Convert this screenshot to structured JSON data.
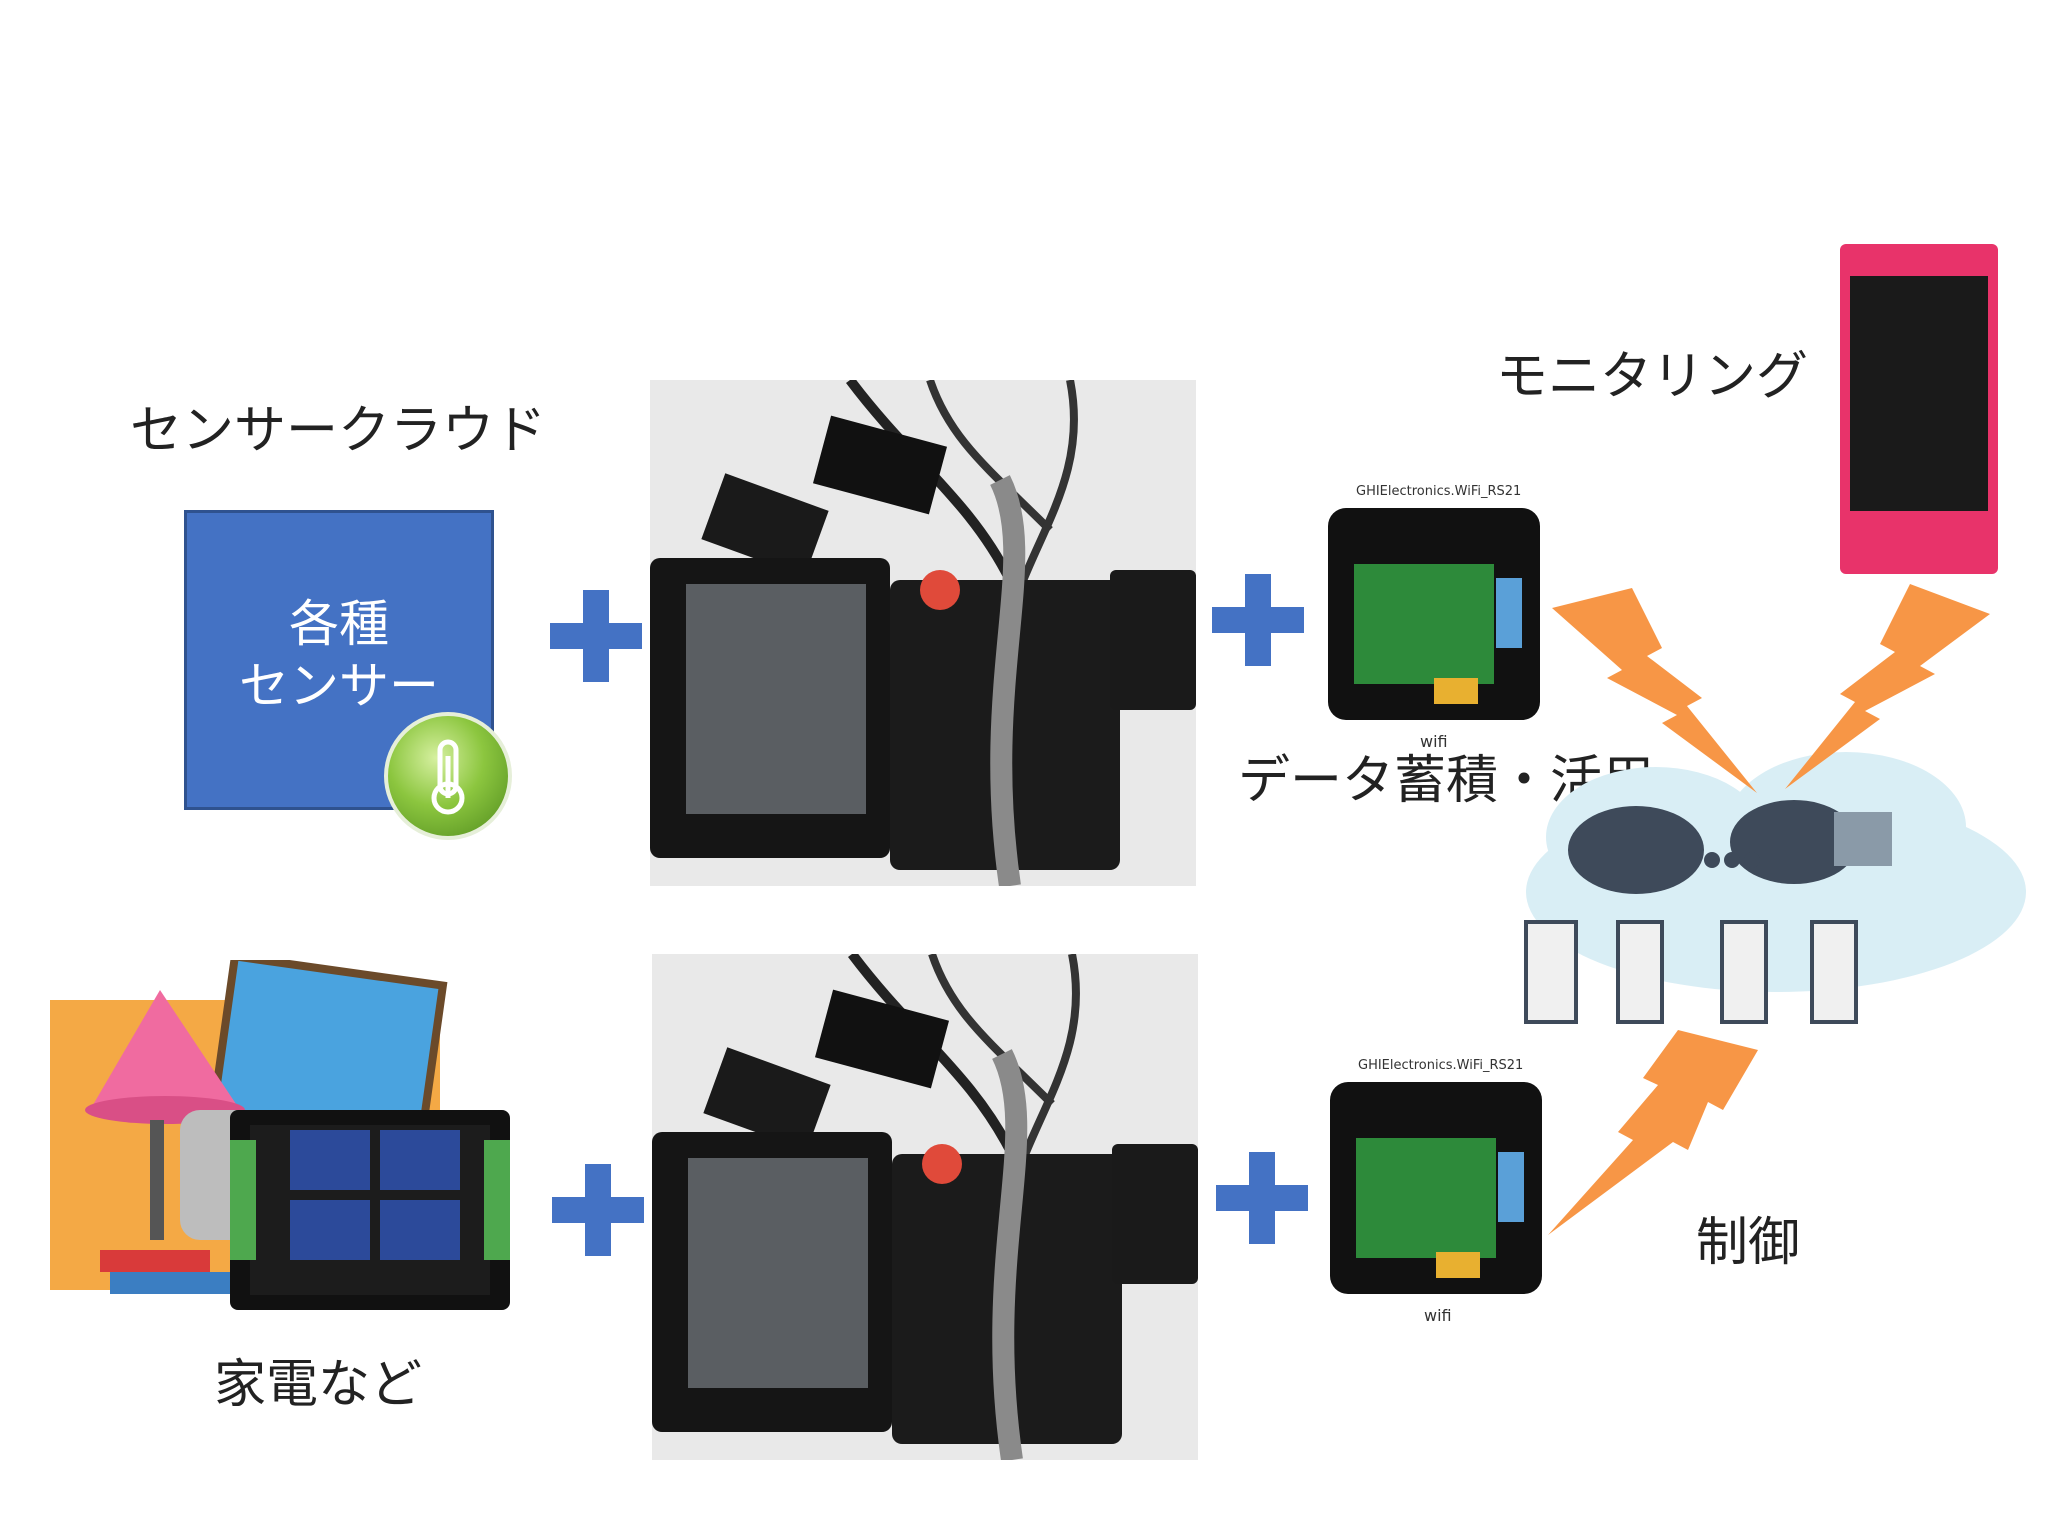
{
  "title": "センサークラウド",
  "monitoring": "モニタリング",
  "sensor_box": {
    "line1": "各種",
    "line2": "センサー"
  },
  "data_storage": "データ蓄積・活用",
  "appliances": "家電など",
  "control": "制御",
  "wifi_module": {
    "title": "GHIElectronics.WiFi_RS21",
    "caption": "wifi"
  },
  "colors": {
    "box_blue": "#4472c4",
    "plus_blue": "#4472c4",
    "bolt_orange": "#f79646",
    "cloud": "#d9eef5"
  }
}
